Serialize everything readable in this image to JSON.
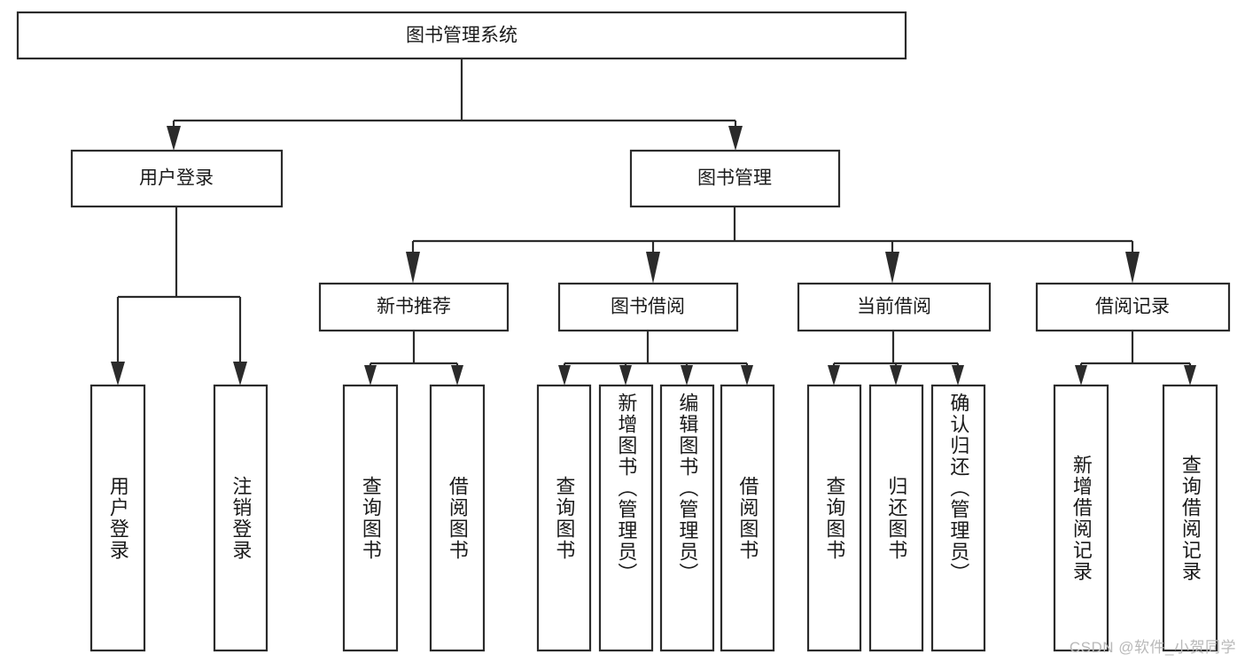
{
  "diagram": {
    "type": "tree-hierarchy-chart",
    "title": "图书管理系统",
    "orientation": "top-down",
    "levels": [
      {
        "level": 1,
        "nodes": [
          {
            "id": "root",
            "label": "图书管理系统",
            "text_direction": "horizontal"
          }
        ]
      },
      {
        "level": 2,
        "nodes": [
          {
            "id": "user-login",
            "label": "用户登录",
            "text_direction": "horizontal",
            "parent": "root"
          },
          {
            "id": "book-manage",
            "label": "图书管理",
            "text_direction": "horizontal",
            "parent": "root"
          }
        ]
      },
      {
        "level": 3,
        "nodes": [
          {
            "id": "new-book-rec",
            "label": "新书推荐",
            "text_direction": "horizontal",
            "parent": "book-manage"
          },
          {
            "id": "book-borrow",
            "label": "图书借阅",
            "text_direction": "horizontal",
            "parent": "book-manage"
          },
          {
            "id": "current-borrow",
            "label": "当前借阅",
            "text_direction": "horizontal",
            "parent": "book-manage"
          },
          {
            "id": "borrow-record",
            "label": "借阅记录",
            "text_direction": "horizontal",
            "parent": "book-manage"
          }
        ]
      },
      {
        "level": 4,
        "nodes": [
          {
            "id": "leaf-1",
            "label": "用户登录",
            "text_direction": "vertical",
            "parent": "user-login"
          },
          {
            "id": "leaf-2",
            "label": "注销登录",
            "text_direction": "vertical",
            "parent": "user-login"
          },
          {
            "id": "leaf-3",
            "label": "查询图书",
            "text_direction": "vertical",
            "parent": "new-book-rec"
          },
          {
            "id": "leaf-4",
            "label": "借阅图书",
            "text_direction": "vertical",
            "parent": "new-book-rec"
          },
          {
            "id": "leaf-5",
            "label": "查询图书",
            "text_direction": "vertical",
            "parent": "book-borrow"
          },
          {
            "id": "leaf-6",
            "label": "新增图书（管理员）",
            "text_direction": "vertical",
            "parent": "book-borrow"
          },
          {
            "id": "leaf-7",
            "label": "编辑图书（管理员）",
            "text_direction": "vertical",
            "parent": "book-borrow"
          },
          {
            "id": "leaf-8",
            "label": "借阅图书",
            "text_direction": "vertical",
            "parent": "book-borrow"
          },
          {
            "id": "leaf-9",
            "label": "查询图书",
            "text_direction": "vertical",
            "parent": "current-borrow"
          },
          {
            "id": "leaf-10",
            "label": "归还图书",
            "text_direction": "vertical",
            "parent": "current-borrow"
          },
          {
            "id": "leaf-11",
            "label": "确认归还（管理员）",
            "text_direction": "vertical",
            "parent": "current-borrow"
          },
          {
            "id": "leaf-12",
            "label": "新增借阅记录",
            "text_direction": "vertical",
            "parent": "borrow-record"
          },
          {
            "id": "leaf-13",
            "label": "查询借阅记录",
            "text_direction": "vertical",
            "parent": "borrow-record"
          }
        ]
      }
    ]
  },
  "watermark": {
    "text": "CSDN @软件_小贺同学"
  },
  "colors": {
    "box_stroke": "#2b2b2b",
    "box_fill": "#ffffff",
    "connector": "#2b2b2b",
    "text": "#1a1a1a",
    "watermark": "#b9b9b9",
    "background": "#ffffff"
  }
}
